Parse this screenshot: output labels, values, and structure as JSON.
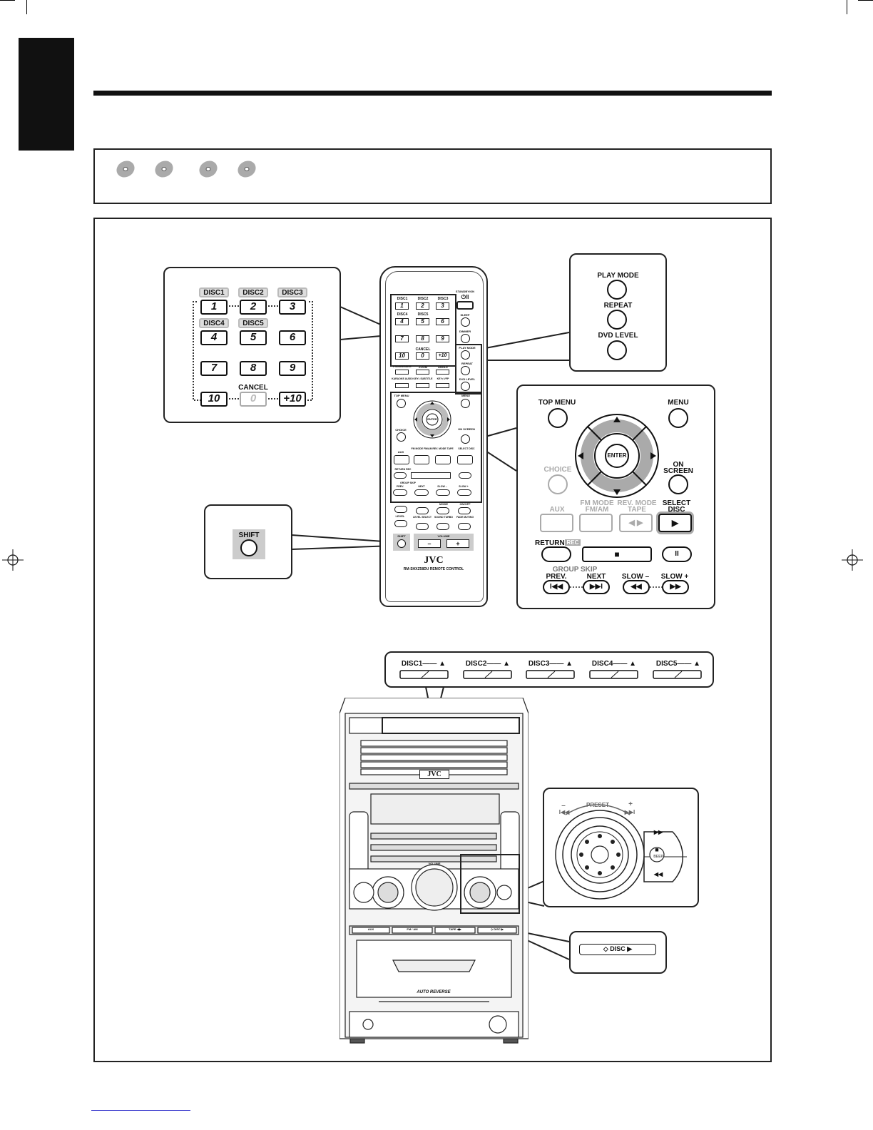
{
  "remote_callout_keys": {
    "disc_tags": [
      "DISC1",
      "DISC2",
      "DISC3",
      "DISC4",
      "DISC5"
    ],
    "digits": [
      "1",
      "2",
      "3",
      "4",
      "5",
      "6",
      "7",
      "8",
      "9"
    ],
    "ten": "10",
    "cancel_label": "CANCEL",
    "zero": "0",
    "plus_ten": "+10"
  },
  "play_mode_callout": {
    "play_mode": "PLAY MODE",
    "repeat": "REPEAT",
    "dvd_level": "DVD LEVEL"
  },
  "nav_callout": {
    "top_menu": "TOP MENU",
    "menu": "MENU",
    "enter": "ENTER",
    "choice": "CHOICE",
    "on_screen_1": "ON",
    "on_screen_2": "SCREEN",
    "aux": "AUX",
    "fm_mode_1": "FM MODE",
    "fm_mode_2": "FM/AM",
    "rev_mode_1": "REV. MODE",
    "rev_mode_2": "TAPE",
    "select_disc_1": "SELECT",
    "select_disc_2": "DISC",
    "play_glyph": "▶",
    "tape_glyph": "◀ ▶",
    "return": "RETURN",
    "rec": "REC",
    "stop_glyph": "■",
    "pause_glyph": "II",
    "group_skip": "GROUP SKIP",
    "prev": "PREV.",
    "next": "NEXT",
    "slow_minus": "SLOW –",
    "slow_plus": "SLOW +",
    "prev_glyph": "I◀◀",
    "next_glyph": "▶▶I",
    "rew_glyph": "◀◀",
    "ff_glyph": "▶▶"
  },
  "shift_callout": {
    "shift": "SHIFT"
  },
  "remote": {
    "standby": "STANDBY/ON",
    "power_glyph": "⏻/I",
    "disc_tags": [
      "DISC1",
      "DISC2",
      "DISC3",
      "DISC4",
      "DISC5"
    ],
    "digits": [
      "1",
      "2",
      "3",
      "4",
      "5",
      "6",
      "7",
      "8",
      "9"
    ],
    "ten": "10",
    "cancel": "CANCEL",
    "zero": "0",
    "plus_ten": "+10",
    "sleep": "SLEEP",
    "dimmer": "DIMMER",
    "play_mode": "PLAY MODE",
    "repeat": "REPEAT",
    "dvd_level": "DVD LEVEL",
    "progressive": "PROGRESSIVE",
    "zoom": "ZOOM",
    "angle": "ANGLE",
    "karaoke": "KARAOKE AUDIO",
    "keyb_subtitle": "KEY♭ SUBTITLE",
    "keysharp_vfp": "KEY♯ VFP",
    "top_menu": "TOP MENU",
    "menu": "MENU",
    "enter": "ENTER",
    "choice": "CHOICE",
    "on_screen": "ON SCREEN",
    "aux": "AUX",
    "fm_mode": "FM MODE FM/AM",
    "rev_mode": "REV. MODE TAPE",
    "select_disc": "SELECT DISC",
    "return_rec": "RETURN REC",
    "group_skip": "GROUP SKIP",
    "prev": "PREV.",
    "next": "NEXT",
    "slow_minus": "SLOW –",
    "slow_plus": "SLOW +",
    "level": "LEVEL",
    "level_select": "LEVEL SELECT",
    "sound_turbo": "SOUND TURBO",
    "fade_muting": "FADE MUTING",
    "mode": "MODE",
    "on_off": "ON/OFF",
    "shift": "SHIFT",
    "volume": "VOLUME",
    "vol_minus": "–",
    "vol_plus": "+",
    "brand": "JVC",
    "model": "RM-SHXZ58DU REMOTE CONTROL"
  },
  "eject_callout": {
    "labels": [
      "DISC1",
      "DISC2",
      "DISC3",
      "DISC4",
      "DISC5"
    ],
    "eject_glyph": "▲"
  },
  "unit": {
    "brand": "JVC",
    "volume": "VOLUME",
    "auto_reverse": "AUTO REVERSE",
    "aux": "AUX",
    "fm_am": "FM / AM",
    "tape": "TAPE ◀▶",
    "disc": "◇ DISC ▶"
  },
  "preset_callout": {
    "preset": "PRESET",
    "minus": "–",
    "plus": "+",
    "prev_glyph": "I◀◀",
    "next_glyph": "▶▶I",
    "ff_glyph": "▶▶",
    "rew_glyph": "◀◀",
    "stop_glyph": "■",
    "beep": "BEEP"
  },
  "disc_button_callout": {
    "label": "◇  DISC ▶"
  }
}
